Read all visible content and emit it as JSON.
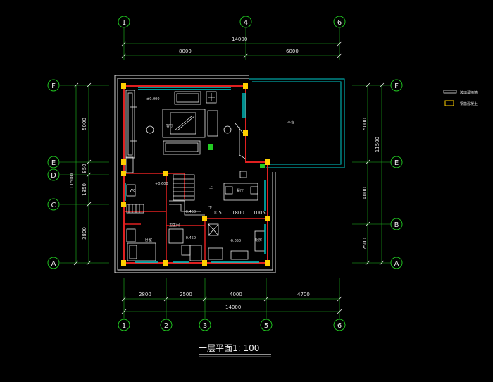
{
  "title": "一层平面1: 100",
  "axes_top": [
    "1",
    "4",
    "6"
  ],
  "axes_bottom": [
    "1",
    "2",
    "3",
    "5",
    "6"
  ],
  "axes_left": [
    "F",
    "E",
    "D",
    "C",
    "A"
  ],
  "axes_right": [
    "F",
    "E",
    "B",
    "A"
  ],
  "dims_top_total": "14000",
  "dims_top": [
    "8000",
    "6000"
  ],
  "dims_bottom": [
    "2800",
    "2500",
    "4000",
    "4700"
  ],
  "dims_bottom_total": "14000",
  "dims_left_total": "11500",
  "dims_left": [
    "5000",
    "850",
    "1850",
    "3800"
  ],
  "dims_right_total": "11500",
  "dims_right": [
    "5000",
    "4000",
    "2500"
  ],
  "inner_dims": [
    "1005",
    "1800",
    "1005"
  ],
  "levels": [
    "±0.000",
    "+0.600",
    "-0.450",
    "-0.450",
    "-0.050"
  ],
  "rooms": {
    "living": "客厅",
    "dining": "餐厅",
    "terrace": "平台",
    "wc": "WC",
    "bedroom": "卧室",
    "bath": "卫生间",
    "kitchen": "厨房"
  },
  "stair_up": "上",
  "stair_down": "下",
  "legend": [
    "玻璃幕墙墙",
    "钢筋混凝土"
  ],
  "colors": {
    "wall": "#e8e8e8",
    "red": "#e02020",
    "yellow": "#ffd000",
    "cyan": "#00cccc",
    "green": "#22cc22",
    "grid": "#1fbf1f"
  }
}
